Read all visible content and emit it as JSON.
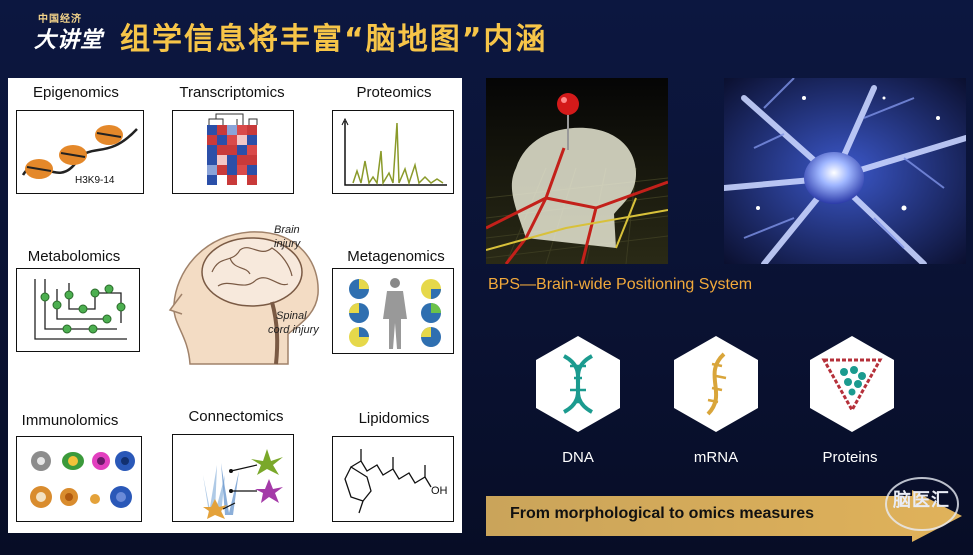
{
  "header": {
    "logo_top": "中国经济",
    "logo_main": "大讲堂",
    "title": "组学信息将丰富“脑地图”内涵"
  },
  "omics": {
    "epigenomics": "Epigenomics",
    "epigenomics_mark": "H3K9-14",
    "transcriptomics": "Transcriptomics",
    "proteomics": "Proteomics",
    "metabolomics": "Metabolomics",
    "metagenomics": "Metagenomics",
    "immunolomics": "Immunolomics",
    "connectomics": "Connectomics",
    "lipidomics": "Lipidomics",
    "lipid_oh": "OH",
    "brain_injury_1": "Brain",
    "brain_injury_2": "injury",
    "spinal_1": "Spinal",
    "spinal_2": "cord injury"
  },
  "right": {
    "bps_caption": "BPS—Brain-wide Positioning System",
    "molecules": [
      {
        "label": "DNA"
      },
      {
        "label": "mRNA"
      },
      {
        "label": "Proteins"
      }
    ],
    "banner": "From morphological to omics measures",
    "watermark": "脑医汇"
  },
  "colors": {
    "title": "#f7c548",
    "caption": "#f2a93b",
    "banner": "#e0b25a",
    "hex_teal": "#1b9b8f",
    "hex_gold": "#d9a53a"
  }
}
